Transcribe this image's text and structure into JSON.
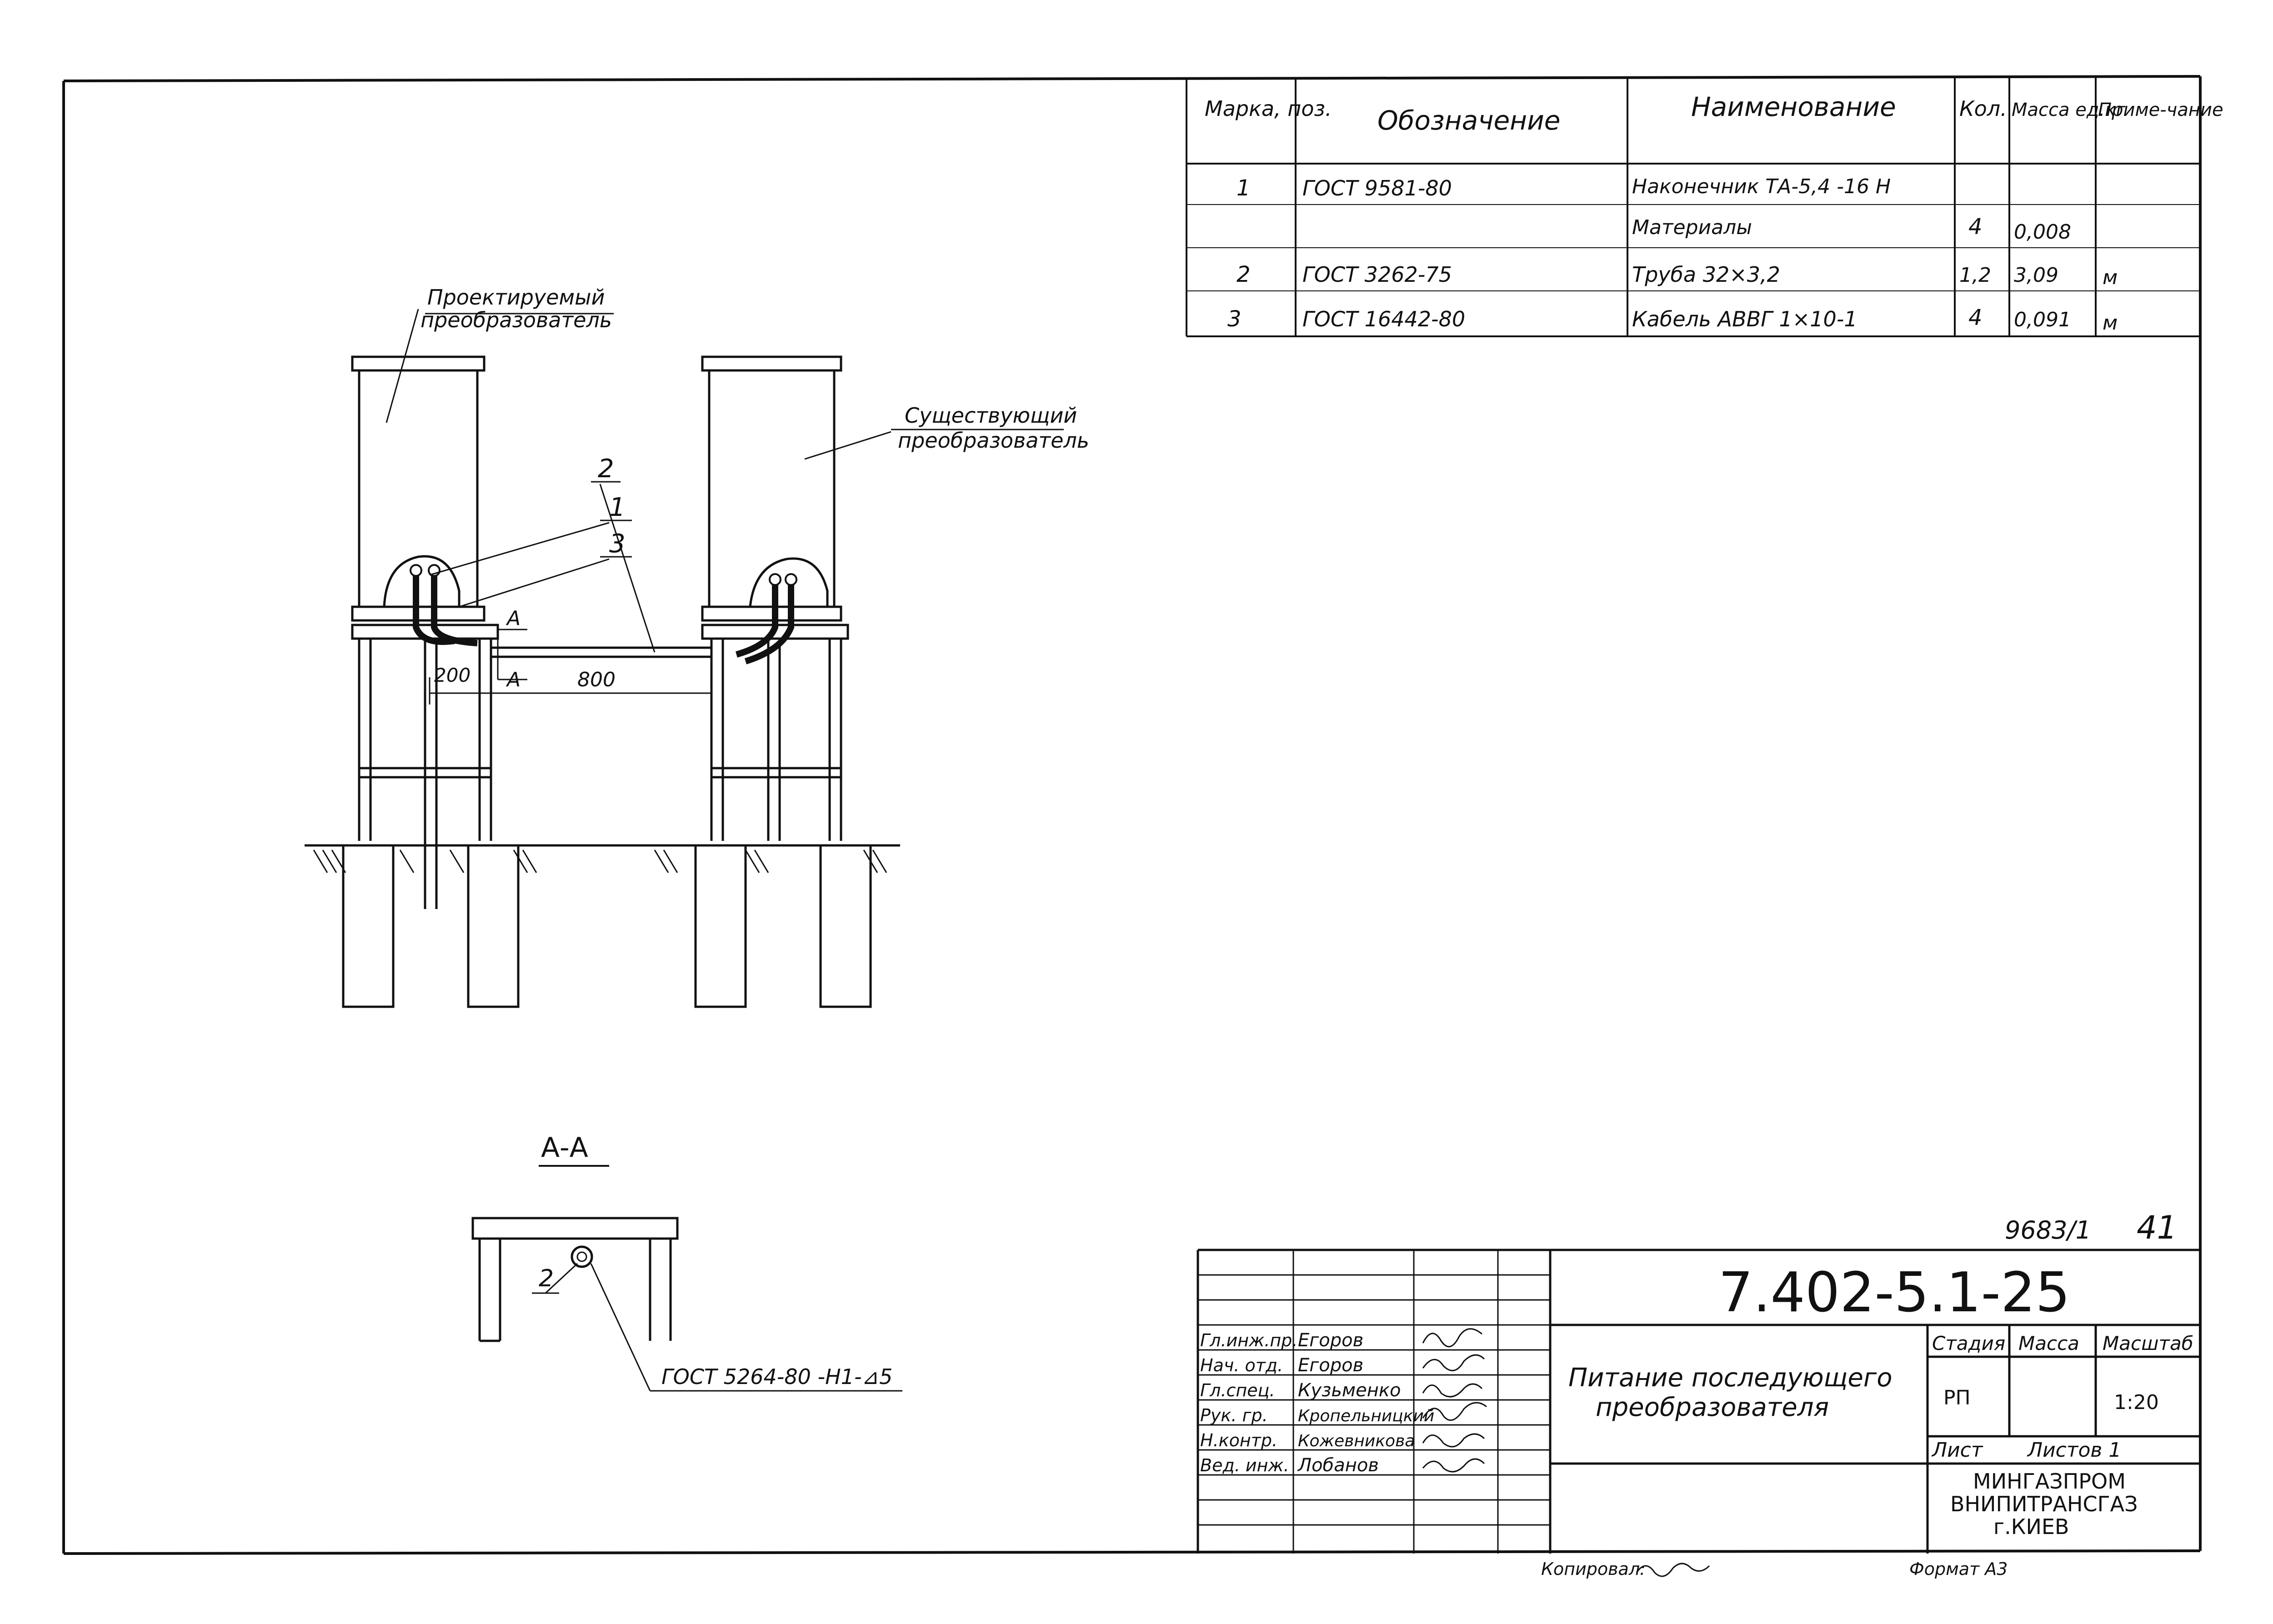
{
  "spec": {
    "headers": {
      "mark": "Марка, поз.",
      "designation": "Обозначение",
      "name": "Наименование",
      "qty": "Кол.",
      "mass": "Масса ед.кг",
      "note": "Приме-чание"
    },
    "rows": [
      {
        "mark": "1",
        "designation": "ГОСТ  9581-80",
        "name": "Наконечник ТА-5,4 -16 Н",
        "qty": "",
        "mass": "",
        "note": ""
      },
      {
        "mark": "",
        "designation": "",
        "name": "Материалы",
        "qty": "4",
        "mass": "0,008",
        "note": ""
      },
      {
        "mark": "2",
        "designation": "ГОСТ  3262-75",
        "name": "Труба 32×3,2",
        "qty": "1,2",
        "mass": "3,09",
        "note": "м"
      },
      {
        "mark": "3",
        "designation": "ГОСТ  16442-80",
        "name": "Кабель  АВВГ 1×10-1",
        "qty": "4",
        "mass": "0,091",
        "note": "м"
      }
    ]
  },
  "drawing": {
    "label_projected_1": "Проектируемый",
    "label_projected_2": "преобразователь",
    "label_existing_1": "Существующий",
    "label_existing_2": "преобразователь",
    "pos_2": "2",
    "pos_1": "1",
    "pos_3": "3",
    "cut_a_top": "А",
    "cut_a_bottom": "А",
    "dim_200": "200",
    "dim_800": "800",
    "section_title": "А-А",
    "section_pos": "2",
    "section_gost": "ГОСТ  5264-80 -Н1-⊿5"
  },
  "title_block": {
    "inventory": "9683/1",
    "sheet_mark": "41",
    "code": "7.402-5.1-25",
    "title_1": "Питание  последующего",
    "title_2": "преобразователя",
    "stage_label": "Стадия",
    "mass_label": "Масса",
    "scale_label": "Масштаб",
    "stage": "РП",
    "scale": "1:20",
    "sheet_label": "Лист",
    "sheets_label": "Листов 1",
    "org_1": "МИНГАЗПРОМ",
    "org_2": "ВНИПИТРАНСГАЗ",
    "org_3": "г.КИЕВ",
    "copied": "Копировал:",
    "format": "Формат А3",
    "people": [
      {
        "role": "Гл.инж.пр.",
        "name": "Егоров"
      },
      {
        "role": "Нач. отд.",
        "name": "Егоров"
      },
      {
        "role": "Гл.спец.",
        "name": "Кузьменко"
      },
      {
        "role": "Рук. гр.",
        "name": "Кропельницкий"
      },
      {
        "role": "Н.контр.",
        "name": "Кожевникова"
      },
      {
        "role": "Вед. инж.",
        "name": "Лобанов"
      }
    ]
  }
}
